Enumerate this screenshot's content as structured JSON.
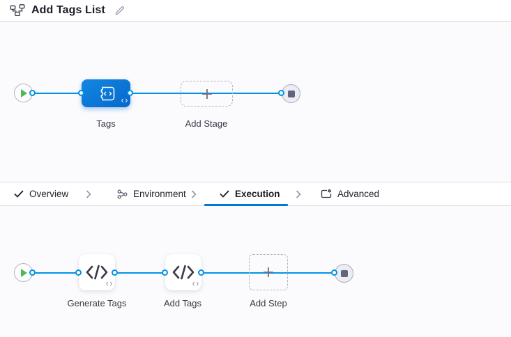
{
  "header": {
    "title": "Add Tags List"
  },
  "stage_canvas": {
    "stage_label": "Tags",
    "add_stage_label": "Add Stage"
  },
  "tab_bar": {
    "tabs": [
      {
        "label": "Overview",
        "icon": "check-icon",
        "active": false
      },
      {
        "label": "Environment",
        "icon": "environment-icon",
        "active": false
      },
      {
        "label": "Execution",
        "icon": "check-icon",
        "active": true
      },
      {
        "label": "Advanced",
        "icon": "advanced-icon",
        "active": false
      }
    ]
  },
  "execution_canvas": {
    "steps": [
      {
        "label": "Generate Tags",
        "icon": "code-icon"
      },
      {
        "label": "Add Tags",
        "icon": "code-icon"
      }
    ],
    "add_step_label": "Add Step"
  },
  "icons": {
    "header": "pipeline-icon",
    "edit": "edit-pencil-icon",
    "start": "play-icon",
    "end": "stop-icon",
    "stage": "custom-stage-ticket-icon",
    "add": "plus-icon",
    "separator": "chevron-right-icon",
    "script_badge": "script-code-badge-icon"
  },
  "colors": {
    "connector_blue": "#0092e4",
    "accent_blue": "#0278d5",
    "stage_gradient_start": "#1287e2",
    "stage_gradient_end": "#0668cb",
    "play_green": "#4dba52",
    "canvas_bg": "#fbfbfe",
    "label_text": "#383946",
    "title_text": "#1c1c28"
  }
}
